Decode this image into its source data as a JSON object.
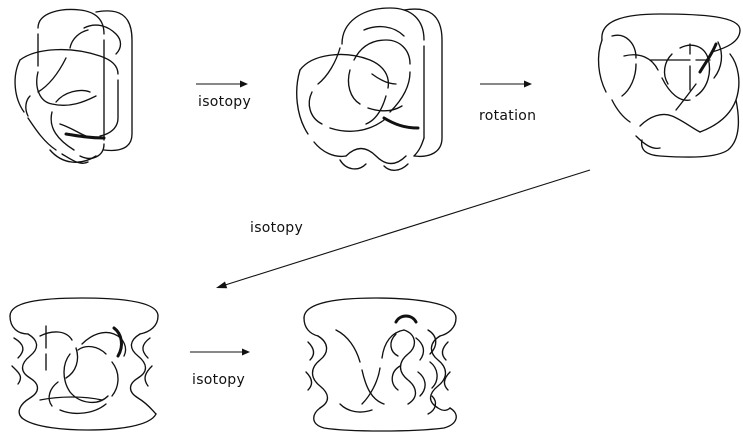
{
  "steps": [
    {
      "label": "isotopy"
    },
    {
      "label": "rotation"
    },
    {
      "label": "isotopy"
    },
    {
      "label": "isotopy"
    }
  ],
  "colors": {
    "ink": "#111111",
    "background": "#ffffff"
  }
}
